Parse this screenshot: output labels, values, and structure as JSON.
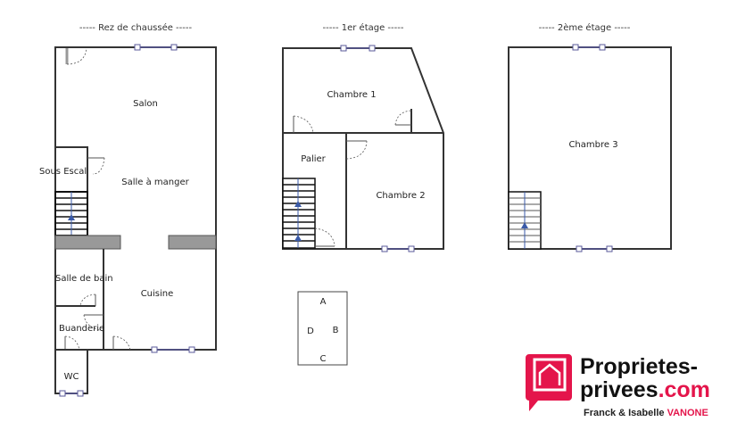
{
  "floors": {
    "ground": {
      "title": "-----  Rez de chaussée  -----",
      "rooms": [
        "Salon",
        "Sous Escal",
        "Salle à manger",
        "Salle de bain",
        "Cuisine",
        "Buanderie",
        "WC"
      ]
    },
    "first": {
      "title": "-----  1er étage  -----",
      "rooms": [
        "Chambre 1",
        "Palier",
        "Chambre 2"
      ]
    },
    "second": {
      "title": "-----  2ème étage  -----",
      "rooms": [
        "Chambre 3"
      ]
    }
  },
  "orientation": {
    "labels": [
      "A",
      "B",
      "C",
      "D"
    ]
  },
  "logo": {
    "line1": "Proprietes-",
    "line2a": "privees",
    "line2b": ".com",
    "agent_first": "Franck & Isabelle",
    "agent_last": "VANONE",
    "brand_color": "#e4154b"
  },
  "colors": {
    "stairs_arrow": "#3a5aa8",
    "window": "#5a5a9a"
  }
}
